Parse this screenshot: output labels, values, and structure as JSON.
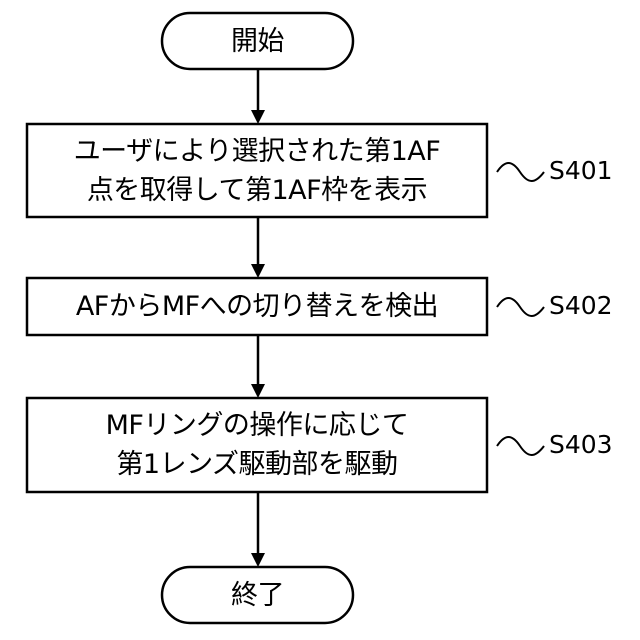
{
  "flowchart": {
    "start": {
      "label": "開始"
    },
    "steps": [
      {
        "id": "S401",
        "lines": [
          "ユーザにより選択された第1AF",
          "点を取得して第1AF枠を表示"
        ]
      },
      {
        "id": "S402",
        "lines": [
          "AFからMFへの切り替えを検出"
        ]
      },
      {
        "id": "S403",
        "lines": [
          "MFリングの操作に応じて",
          "第1レンズ駆動部を駆動"
        ]
      }
    ],
    "end": {
      "label": "終了"
    }
  }
}
